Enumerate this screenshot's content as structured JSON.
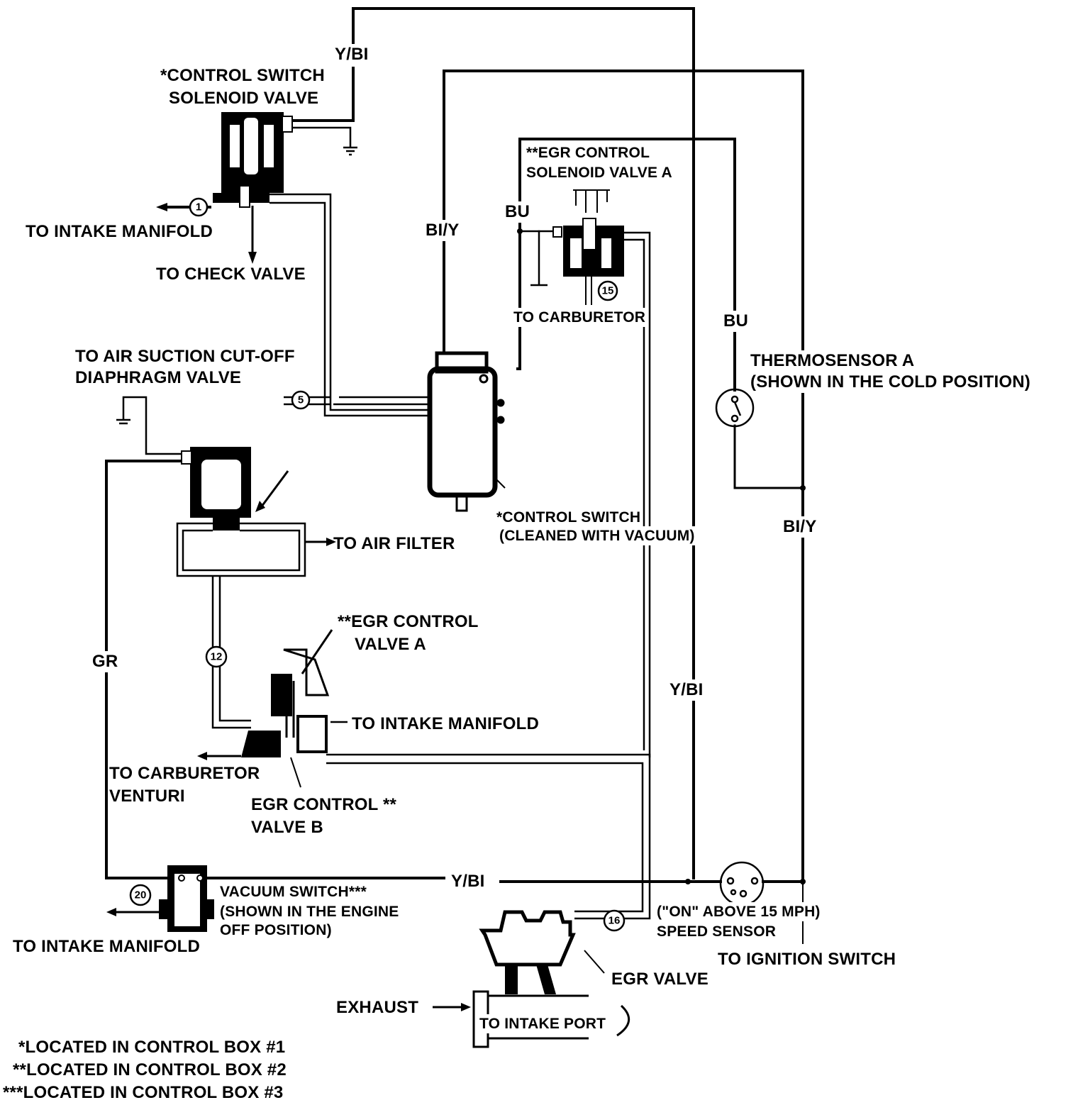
{
  "title": "EGR / Air Suction Vacuum Control Diagram",
  "colors": {
    "ink": "#000000",
    "paper": "#ffffff"
  },
  "wire_codes": {
    "y_bi_top": "Y/BI",
    "bi_y_left": "BI/Y",
    "bu_left": "BU",
    "bu_right": "BU",
    "bi_y_right": "BI/Y",
    "y_bi_right": "Y/BI",
    "gr": "GR",
    "y_bi_bottom": "Y/BI"
  },
  "hose_numbers": [
    "1",
    "5",
    "12",
    "15",
    "16",
    "20"
  ],
  "components": {
    "control_switch_solenoid": {
      "line1": "*CONTROL SWITCH",
      "line2": "SOLENOID VALVE"
    },
    "egr_solenoid_a": {
      "line1": "**EGR CONTROL",
      "line2": "SOLENOID VALVE A"
    },
    "thermosensor": {
      "line1": "THERMOSENSOR A",
      "line2": "(SHOWN IN THE COLD POSITION)"
    },
    "control_switch": {
      "line1": "*CONTROL SWITCH",
      "line2": "(CLEANED WITH VACUUM)"
    },
    "egr_control_valve_a": {
      "line1": "**EGR CONTROL",
      "line2": "VALVE A"
    },
    "egr_control_valve_b": {
      "line1": "EGR CONTROL **",
      "line2": "VALVE B"
    },
    "vacuum_switch": {
      "line1": "VACUUM SWITCH***",
      "line2": "(SHOWN IN THE ENGINE",
      "line3": "OFF POSITION)"
    },
    "speed_sensor": {
      "line1": "(\"ON\" ABOVE 15 MPH)",
      "line2": "SPEED SENSOR"
    },
    "egr_valve": "EGR VALVE"
  },
  "destinations": {
    "to_intake_manifold_top": "TO INTAKE MANIFOLD",
    "to_check_valve": "TO CHECK VALVE",
    "to_carburetor": "TO CARBURETOR",
    "to_air_suction": {
      "line1": "TO AIR SUCTION CUT-OFF",
      "line2": "DIAPHRAGM VALVE"
    },
    "to_air_filter": "TO AIR FILTER",
    "to_intake_manifold_mid": "TO INTAKE MANIFOLD",
    "to_carburetor_venturi": {
      "line1": "TO CARBURETOR",
      "line2": "VENTURI"
    },
    "to_intake_manifold_bottom": "TO INTAKE MANIFOLD",
    "to_ignition_switch": "TO IGNITION SWITCH",
    "exhaust": "EXHAUST",
    "to_intake_port": "TO INTAKE PORT"
  },
  "footnotes": [
    "*LOCATED IN CONTROL BOX #1",
    "**LOCATED IN CONTROL BOX #2",
    "***LOCATED IN CONTROL BOX #3"
  ]
}
